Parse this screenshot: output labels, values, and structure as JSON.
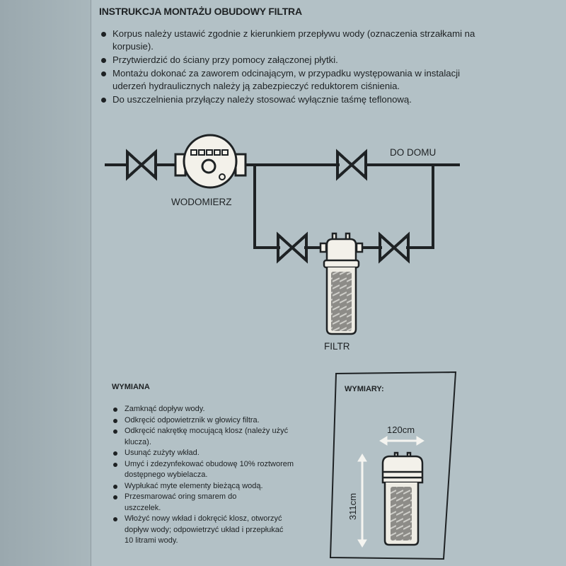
{
  "title": "INSTRUKCJA MONTAŻU OBUDOWY FILTRA",
  "install_steps": [
    "Korpus należy ustawić zgodnie z kierunkiem przepływu wody (oznaczenia strzałkami na korpusie).",
    "Przytwierdzić do ściany przy pomocy załączonej płytki.",
    "Montażu dokonać za zaworem odcinającym, w przypadku występowania w instalacji uderzeń hydraulicznych należy ją zabezpieczyć reduktorem ciśnienia.",
    "Do uszczelnienia przyłączy należy stosować wyłącznie taśmę teflonową."
  ],
  "diagram": {
    "meter_label": "WODOMIERZ",
    "house_label": "DO DOMU",
    "filter_label": "FILTR"
  },
  "replacement": {
    "heading": "WYMIANA",
    "steps": [
      "Zamknąć dopływ wody.",
      "Odkręcić odpowietrznik w głowicy filtra.",
      "Odkręcić nakrętkę mocującą klosz (należy użyć klucza).",
      "Usunąć zużyty wkład.",
      "Umyć i zdezynfekować obudowę 10% roztworem dostępnego wybielacza.",
      "Wypłukać myte elementy bieżącą wodą.",
      "Przesmarować oring smarem do uszczelek.",
      "Włożyć nowy wkład i dokręcić klosz, otworzyć dopływ wody; odpowietrzyć układ i przepłukać 10 litrami wody."
    ]
  },
  "dimensions": {
    "heading": "WYMIARY:",
    "width": "120cm",
    "height": "311cm"
  }
}
